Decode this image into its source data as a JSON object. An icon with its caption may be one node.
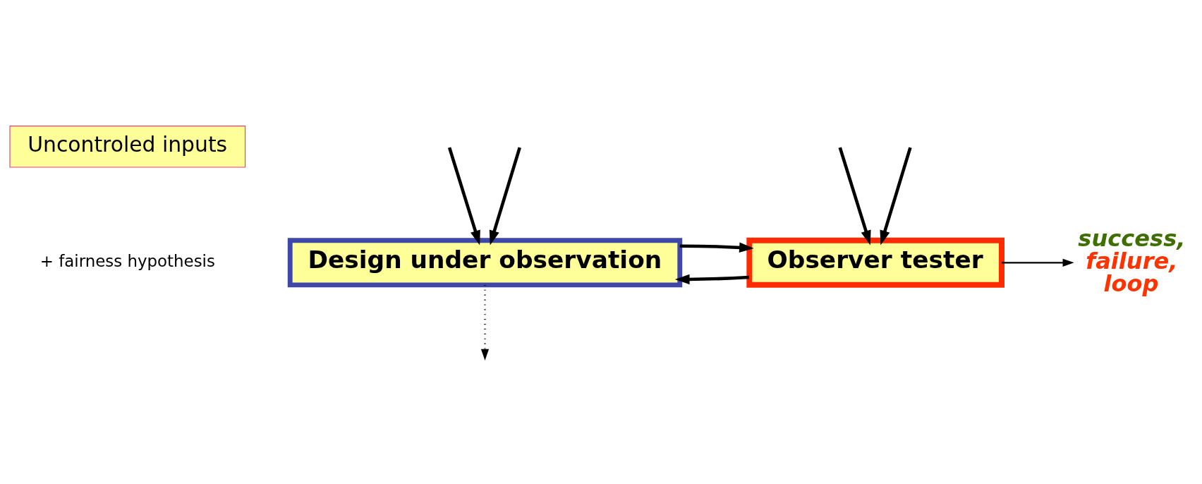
{
  "diagram": {
    "nodes": [
      {
        "text": [
          "Uncontroled inputs"
        ]
      },
      {
        "text": [
          "Design under observation"
        ]
      },
      {
        "text": [
          "Observer tester"
        ]
      },
      {
        "text": [
          "success,",
          "failure,",
          "loop"
        ]
      }
    ],
    "edges": [
      {
        "from": null,
        "to": 1,
        "arrow": "to"
      },
      {
        "from": null,
        "to": 1,
        "arrow": "to"
      },
      {
        "from": null,
        "to": 2,
        "arrow": "to"
      },
      {
        "from": null,
        "to": 2,
        "arrow": "to"
      },
      {
        "from": 2,
        "to": 1,
        "arrow": "to"
      },
      {
        "from": 1,
        "to": 2,
        "arrow": "to"
      },
      {
        "from": 2,
        "to": 3,
        "arrow": "to"
      },
      {
        "from": 1,
        "to": null,
        "arrow": "to",
        "style": "dashed"
      }
    ],
    "labels": [
      "+ fairness hypothesis"
    ]
  }
}
